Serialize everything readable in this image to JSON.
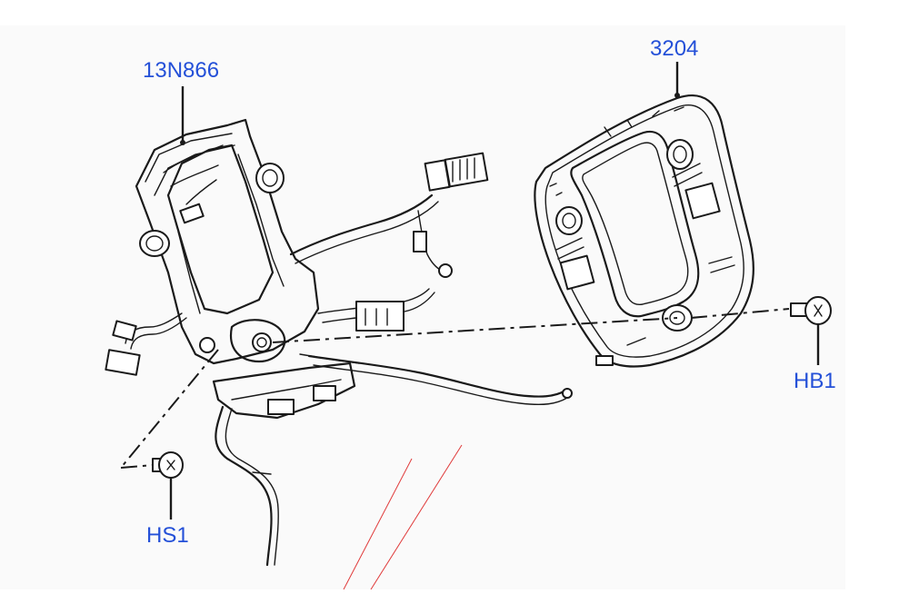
{
  "diagram": {
    "callouts": [
      {
        "id": "13N866",
        "label": "13N866"
      },
      {
        "id": "3204",
        "label": "3204"
      },
      {
        "id": "HB1",
        "label": "HB1"
      },
      {
        "id": "HS1",
        "label": "HS1"
      }
    ],
    "colors": {
      "callout_text": "#2450d8",
      "line_art": "#1a1a1a",
      "background": "#ffffff",
      "guide_lines": "#e03a3a"
    }
  }
}
